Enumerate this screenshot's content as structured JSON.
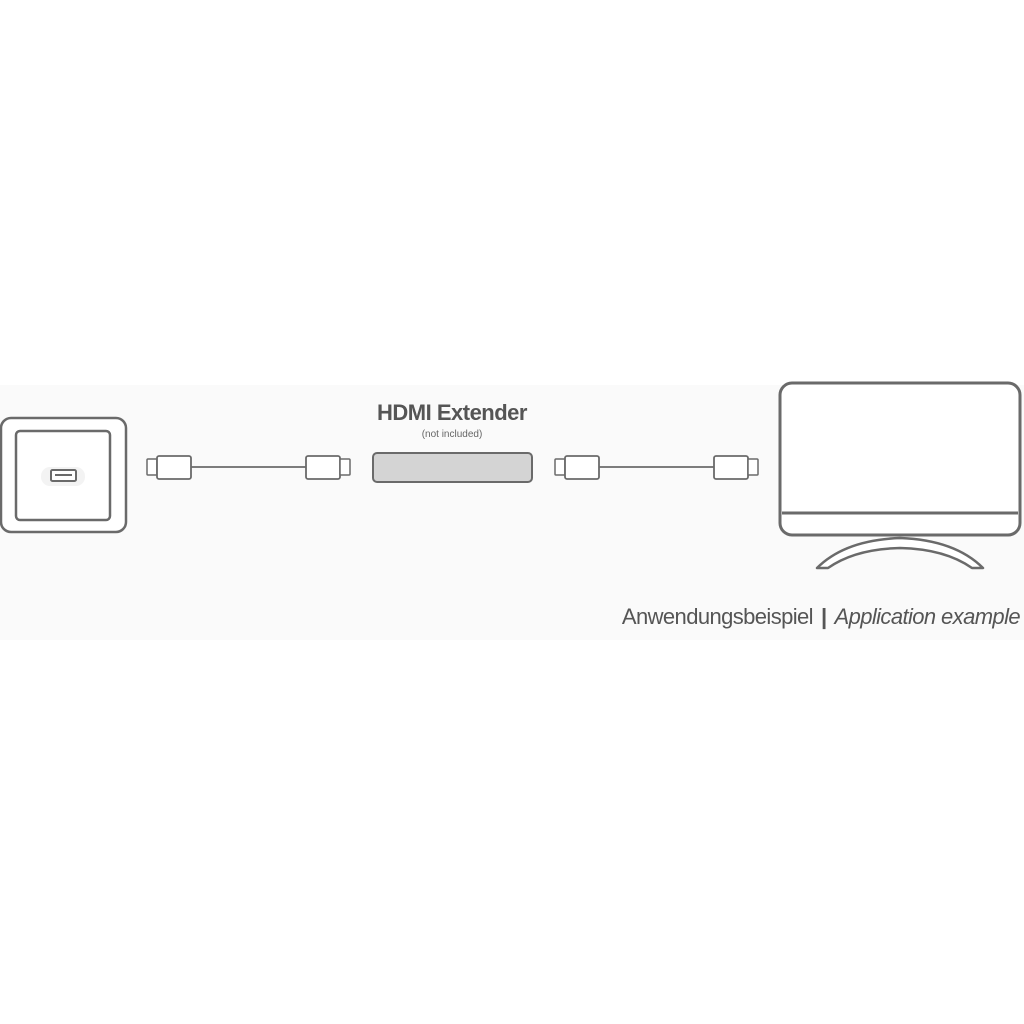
{
  "diagram": {
    "device_label": "HDMI Extender",
    "device_note": "(not included)",
    "caption_de": "Anwendungsbeispiel",
    "caption_separator": "|",
    "caption_en": "Application example"
  },
  "colors": {
    "stroke": "#666666",
    "device_fill": "#d4d4d4",
    "text": "#555555"
  },
  "icons": [
    "wall-socket-icon",
    "hdmi-port-icon",
    "hdmi-cable-icon",
    "tv-icon"
  ]
}
